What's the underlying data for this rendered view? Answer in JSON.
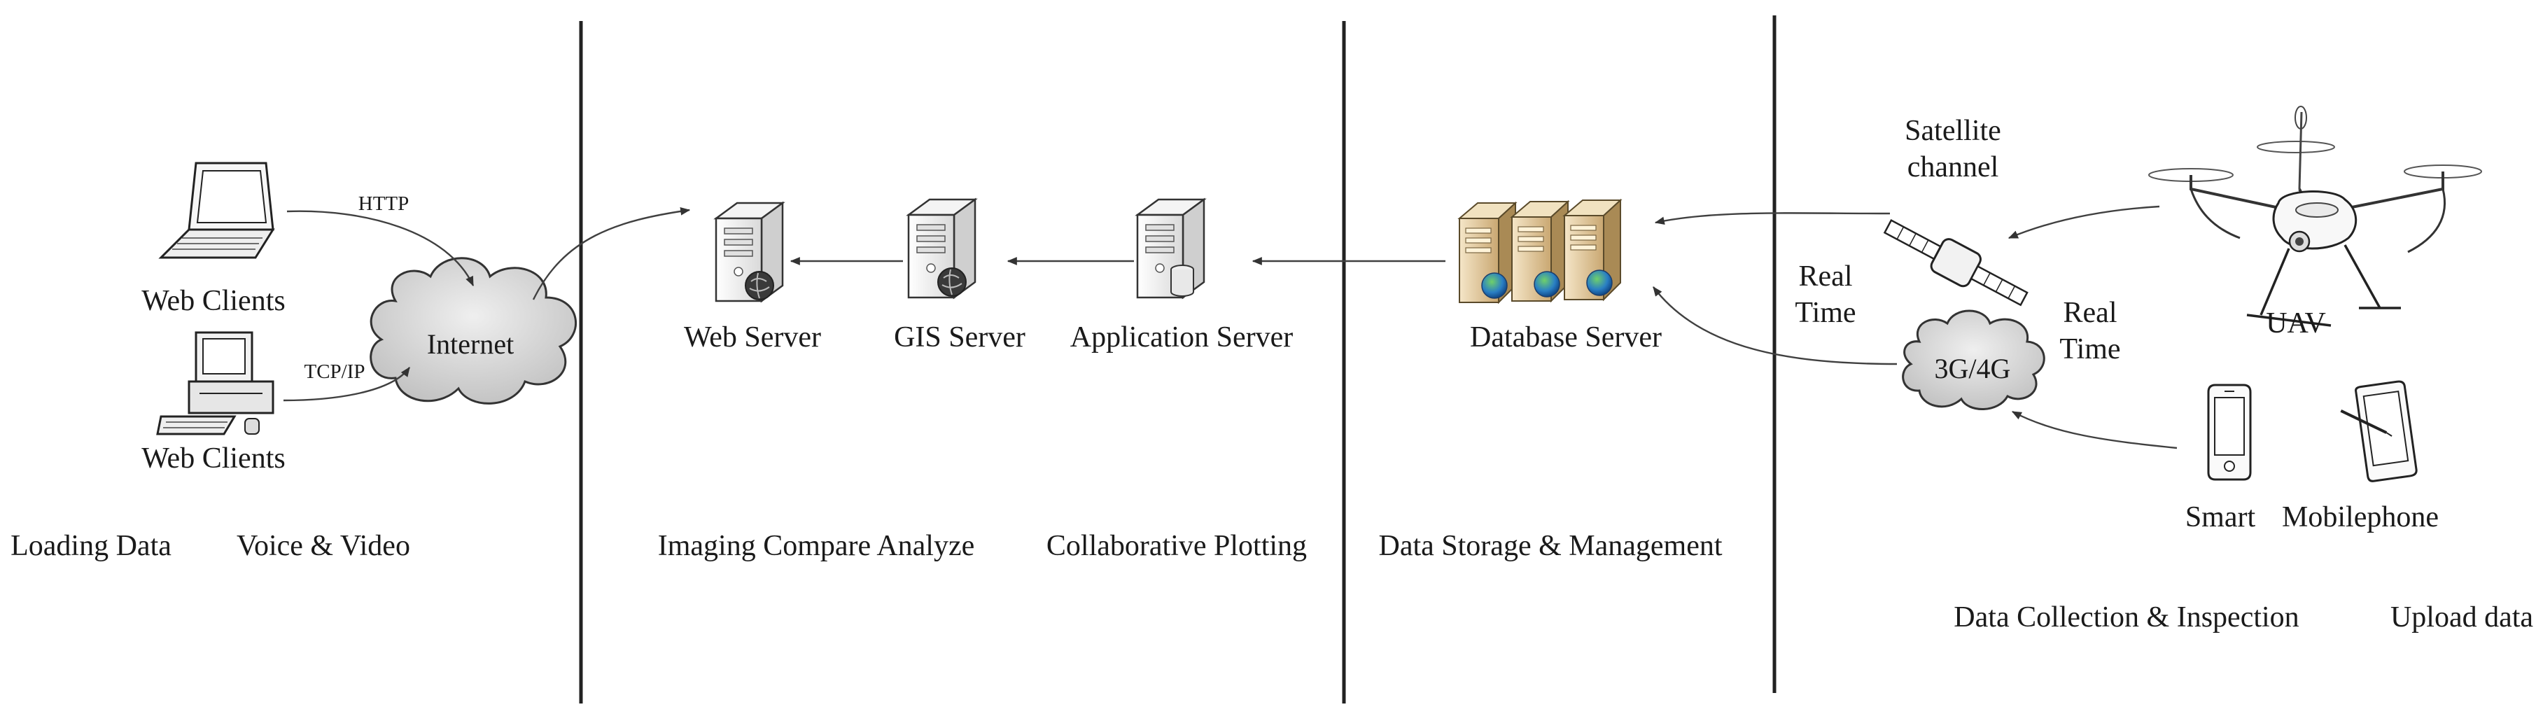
{
  "diagram": {
    "clients": {
      "laptop_label": "Web Clients",
      "desktop_label": "Web Clients",
      "http_label": "HTTP",
      "tcpip_label": "TCP/IP",
      "internet_label": "Internet"
    },
    "servers": {
      "web": "Web Server",
      "gis": "GIS Server",
      "application": "Application Server",
      "database": "Database Server"
    },
    "collection": {
      "satellite_label_line1": "Satellite",
      "satellite_label_line2": "channel",
      "realtime_left_line1": "Real",
      "realtime_left_line2": "Time",
      "realtime_right_line1": "Real",
      "realtime_right_line2": "Time",
      "network_label": "3G/4G",
      "uav_label": "UAV",
      "smart_label": "Smart",
      "mobilephone_label": "Mobilephone"
    },
    "functions": {
      "loading_data": "Loading Data",
      "voice_video": "Voice & Video",
      "imaging_compare": "Imaging Compare Analyze",
      "collaborative_plotting": "Collaborative Plotting",
      "data_storage": "Data Storage & Management",
      "data_collection": "Data Collection & Inspection",
      "upload_data": "Upload data"
    }
  }
}
